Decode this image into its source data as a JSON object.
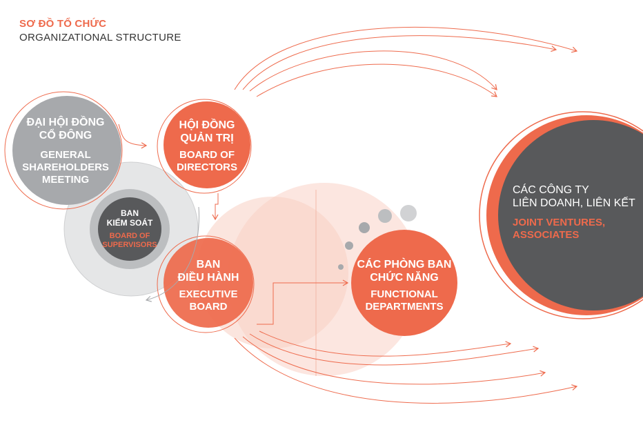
{
  "header": {
    "title": "SƠ ĐỒ TỔ CHỨC",
    "subtitle": "ORGANIZATIONAL STRUCTURE"
  },
  "nodes": {
    "general_meeting": {
      "vn": [
        "ĐẠI HỘI ĐỒNG",
        "CỔ ĐÔNG"
      ],
      "en": [
        "GENERAL",
        "SHAREHOLDERS",
        "MEETING"
      ]
    },
    "board_of_directors": {
      "vn": [
        "HỘI ĐỒNG",
        "QUẢN TRỊ"
      ],
      "en": [
        "BOARD OF",
        "DIRECTORS"
      ]
    },
    "supervisors": {
      "vn": [
        "BAN",
        "KIỂM SOÁT"
      ],
      "en": [
        "BOARD OF",
        "SUPERVISORS"
      ]
    },
    "executive_board": {
      "vn": [
        "BAN",
        "ĐIỀU HÀNH"
      ],
      "en": [
        "EXECUTIVE",
        "BOARD"
      ]
    },
    "functional_departments": {
      "vn": [
        "CÁC PHÒNG BAN",
        "CHỨC NĂNG"
      ],
      "en": [
        "FUNCTIONAL",
        "DEPARTMENTS"
      ]
    },
    "joint_ventures": {
      "vn": [
        "CÁC CÔNG TY",
        "LIÊN DOANH, LIÊN KẾT"
      ],
      "en": [
        "JOINT VENTURES,",
        "ASSOCIATES"
      ]
    }
  },
  "colors": {
    "orange": "#ee6a4c",
    "dark_gray": "#58595b",
    "mid_gray": "#a7a9ac",
    "light_gray": "#d1d2d4",
    "pale_orange": "#f8cfc3",
    "white": "#ffffff"
  }
}
